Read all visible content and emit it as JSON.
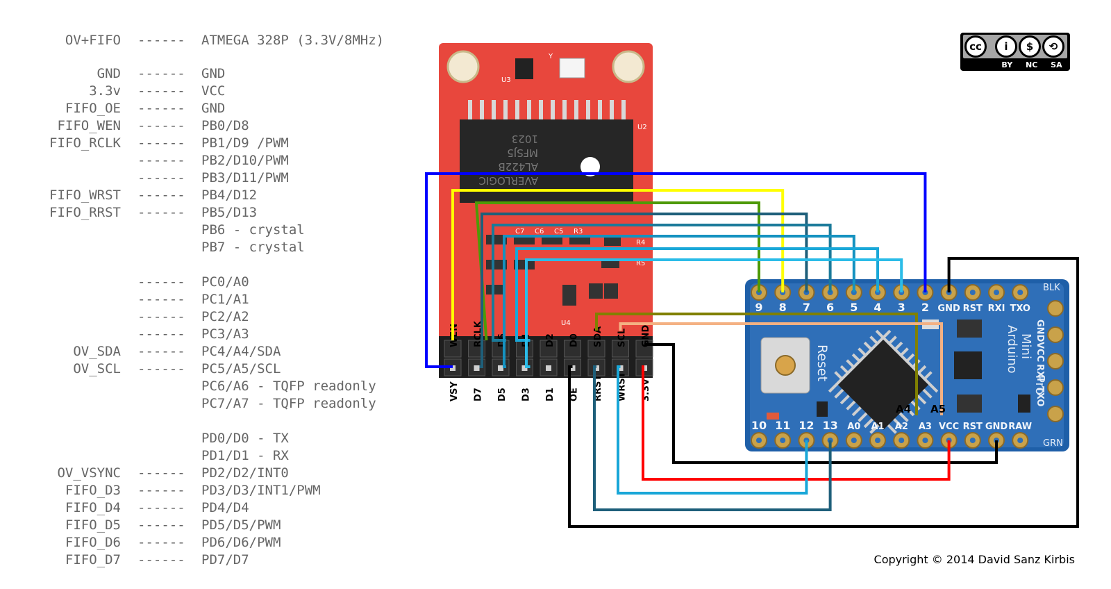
{
  "pin_map": {
    "header_camera": "OV+FIFO",
    "header_mcu": "ATMEGA 328P (3.3V/8MHz)",
    "dash": "------",
    "rows": [
      {
        "sig": "GND",
        "pin": "GND"
      },
      {
        "sig": "3.3v",
        "pin": "VCC"
      },
      {
        "sig": "FIFO_OE",
        "pin": "GND"
      },
      {
        "sig": "FIFO_WEN",
        "pin": "PB0/D8"
      },
      {
        "sig": "FIFO_RCLK",
        "pin": "PB1/D9 /PWM"
      },
      {
        "sig": "",
        "pin": "PB2/D10/PWM"
      },
      {
        "sig": "",
        "pin": "PB3/D11/PWM"
      },
      {
        "sig": "FIFO_WRST",
        "pin": "PB4/D12"
      },
      {
        "sig": "FIFO_RRST",
        "pin": "PB5/D13"
      },
      {
        "sig": "",
        "pin": "PB6 - crystal",
        "nodash": true
      },
      {
        "sig": "",
        "pin": "PB7 - crystal",
        "nodash": true
      },
      {
        "sig": "",
        "pin": "",
        "gap": true
      },
      {
        "sig": "",
        "pin": "PC0/A0"
      },
      {
        "sig": "",
        "pin": "PC1/A1"
      },
      {
        "sig": "",
        "pin": "PC2/A2"
      },
      {
        "sig": "",
        "pin": "PC3/A3"
      },
      {
        "sig": "OV_SDA",
        "pin": "PC4/A4/SDA"
      },
      {
        "sig": "OV_SCL",
        "pin": "PC5/A5/SCL"
      },
      {
        "sig": "",
        "pin": "PC6/A6 - TQFP readonly",
        "nodash": true
      },
      {
        "sig": "",
        "pin": "PC7/A7 - TQFP readonly",
        "nodash": true
      },
      {
        "sig": "",
        "pin": "",
        "gap": true
      },
      {
        "sig": "",
        "pin": "PD0/D0 - TX",
        "nodash": true
      },
      {
        "sig": "",
        "pin": "PD1/D1 - RX",
        "nodash": true
      },
      {
        "sig": "OV_VSYNC",
        "pin": "PD2/D2/INT0"
      },
      {
        "sig": "FIFO_D3",
        "pin": "PD3/D3/INT1/PWM"
      },
      {
        "sig": "FIFO_D4",
        "pin": "PD4/D4"
      },
      {
        "sig": "FIFO_D5",
        "pin": "PD5/D5/PWM"
      },
      {
        "sig": "FIFO_D6",
        "pin": "PD6/D6/PWM"
      },
      {
        "sig": "FIFO_D7",
        "pin": "PD7/D7"
      }
    ]
  },
  "camera_module": {
    "top_pins": [
      "WEN",
      "RCLK",
      "D6",
      "D4",
      "D2",
      "D0",
      "SDA",
      "SCL",
      "GND"
    ],
    "bottom_pins": [
      "VSY",
      "D7",
      "D5",
      "D3",
      "D1",
      "OE",
      "RRST",
      "WRST",
      "3.3V"
    ],
    "chip_text": [
      "AVERLOGIC",
      "AL422B",
      "MFSJ5",
      "1023"
    ],
    "silk": [
      "U3",
      "Y",
      "U2",
      "C7",
      "C6",
      "C5",
      "R3",
      "R4",
      "R5",
      "U4"
    ]
  },
  "arduino": {
    "top_pins": [
      "9",
      "8",
      "7",
      "6",
      "5",
      "4",
      "3",
      "2",
      "GND",
      "RST",
      "RXI",
      "TXO"
    ],
    "top_right_label": "BLK",
    "bottom_pins": [
      "10",
      "11",
      "12",
      "13",
      "A0",
      "A1",
      "A2",
      "A3",
      "VCC",
      "RST",
      "GND",
      "RAW"
    ],
    "bottom_right_label": "GRN",
    "inner_labels": [
      "A4",
      "A5"
    ],
    "board_text": [
      "Reset",
      "Arduino",
      "Mini",
      "Pro"
    ],
    "side_labels": [
      "GND",
      "VCC",
      "RXI",
      "TXO"
    ]
  },
  "wire_colors": {
    "vsync": "#0000ff",
    "wen": "#ffff00",
    "rclk": "#4e9a06",
    "d7": "#1e5f7a",
    "d6": "#1a7a9a",
    "d5": "#1592c0",
    "d4": "#19a7d8",
    "d3": "#2bbce8",
    "sda": "#808000",
    "scl": "#f4b183",
    "gnd": "#000000",
    "vcc": "#ff0000",
    "wrst": "#19a7d8",
    "rrst": "#1e5f7a"
  },
  "license": {
    "icons": [
      "cc",
      "by",
      "nc",
      "sa"
    ],
    "labels": [
      "BY",
      "NC",
      "SA"
    ]
  },
  "copyright": "Copyright © 2014 David Sanz Kirbis"
}
